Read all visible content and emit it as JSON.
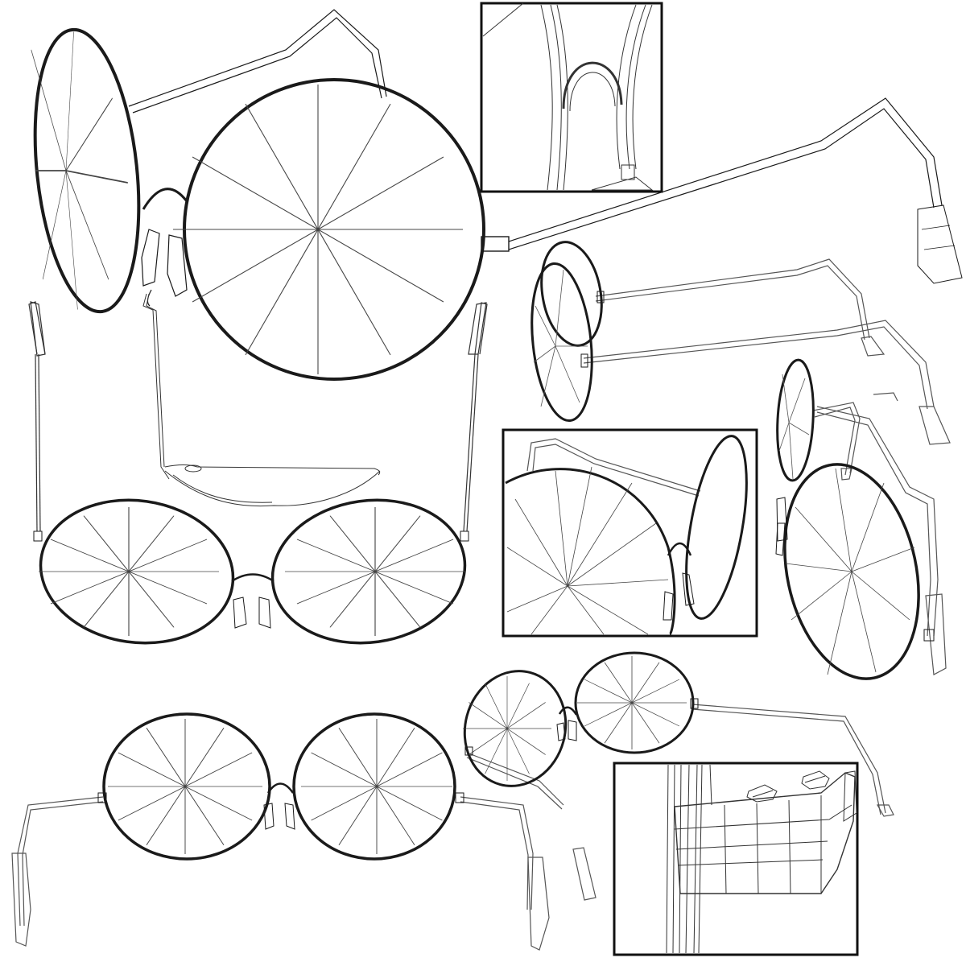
{
  "sheet": {
    "background": "#ffffff",
    "stroke_color": "#1a1a1a",
    "wire_color": "#555555",
    "inset_border_color": "#111111"
  },
  "views": [
    {
      "name": "three-quarter-large-view"
    },
    {
      "name": "side-view"
    },
    {
      "name": "top-view"
    },
    {
      "name": "front-view"
    },
    {
      "name": "front-angled-view"
    },
    {
      "name": "right-side-view"
    }
  ],
  "insets": [
    {
      "name": "bridge-closeup"
    },
    {
      "name": "lens-closeup"
    },
    {
      "name": "hinge-closeup"
    }
  ]
}
